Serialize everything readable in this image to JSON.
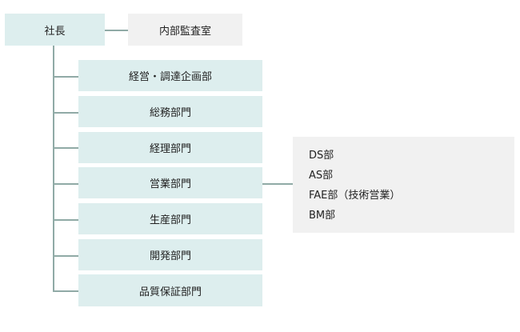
{
  "org": {
    "president": "社長",
    "audit": "内部監査室",
    "departments": [
      "経営・調達企画部",
      "総務部門",
      "経理部門",
      "営業部門",
      "生産部門",
      "開発部門",
      "品質保証部門"
    ],
    "sales_subdivisions": [
      "DS部",
      "AS部",
      "FAE部（技術営業）",
      "BM部"
    ]
  },
  "colors": {
    "box_teal": "#ddeeee",
    "box_grey": "#f1f1f1",
    "connector": "#90aaa6"
  }
}
